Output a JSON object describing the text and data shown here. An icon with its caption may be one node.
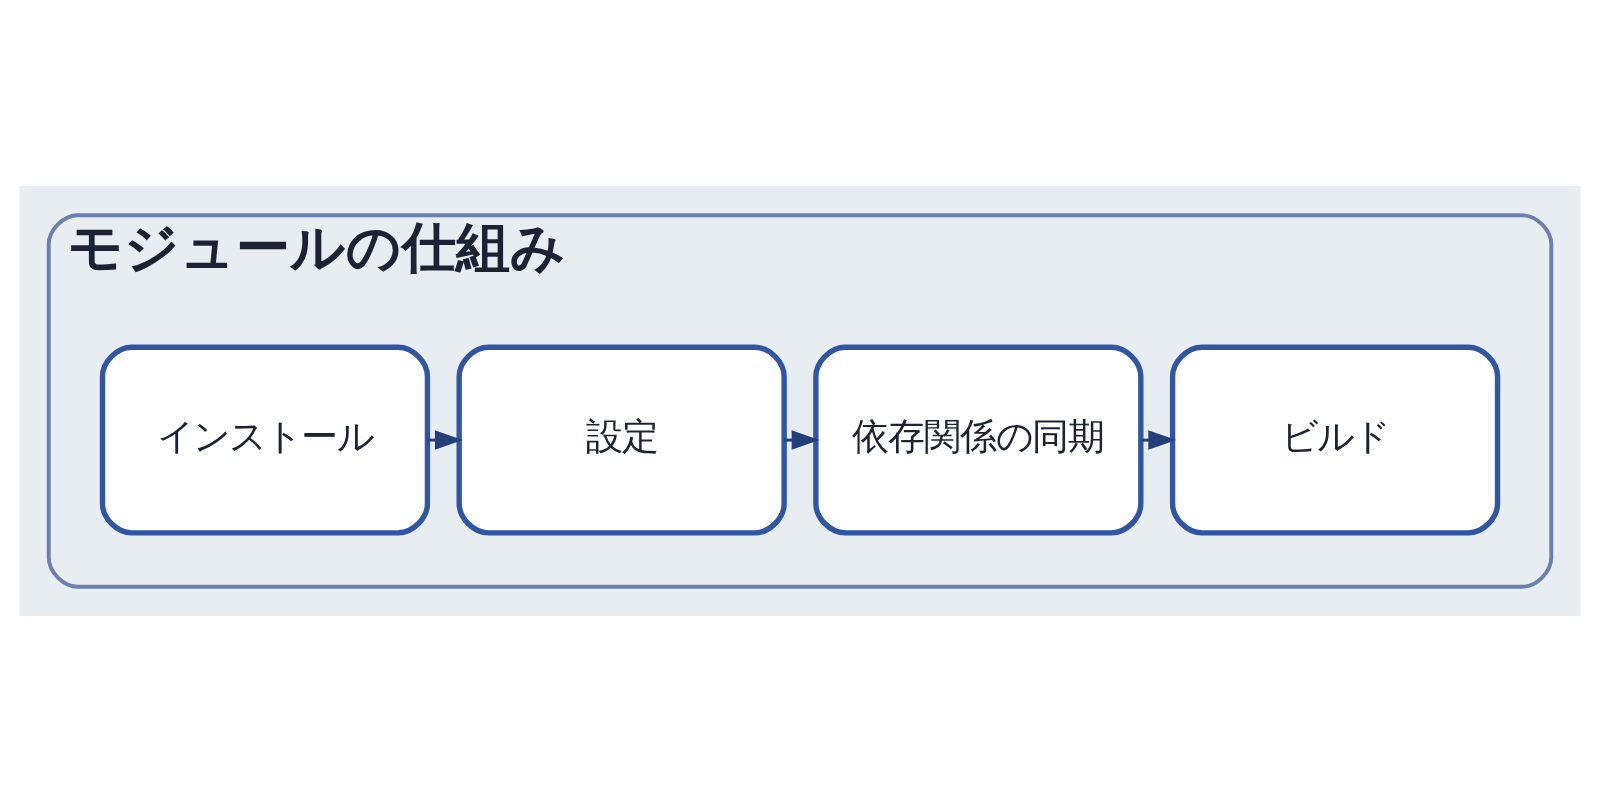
{
  "diagram": {
    "nodes": [
      {
        "text": [
          "モジュールの仕組み"
        ]
      },
      {
        "text": [
          "インストール"
        ],
        "in": 0
      },
      {
        "text": [
          "設定"
        ],
        "in": 0
      },
      {
        "text": [
          "依存関係の同期"
        ],
        "in": 0
      },
      {
        "text": [
          "ビルド"
        ],
        "in": 0
      }
    ],
    "edges": [
      {
        "from": 1,
        "to": 2,
        "arrow": "to"
      },
      {
        "from": 2,
        "to": 3,
        "arrow": "to"
      },
      {
        "from": 3,
        "to": 4,
        "arrow": "to"
      }
    ]
  }
}
